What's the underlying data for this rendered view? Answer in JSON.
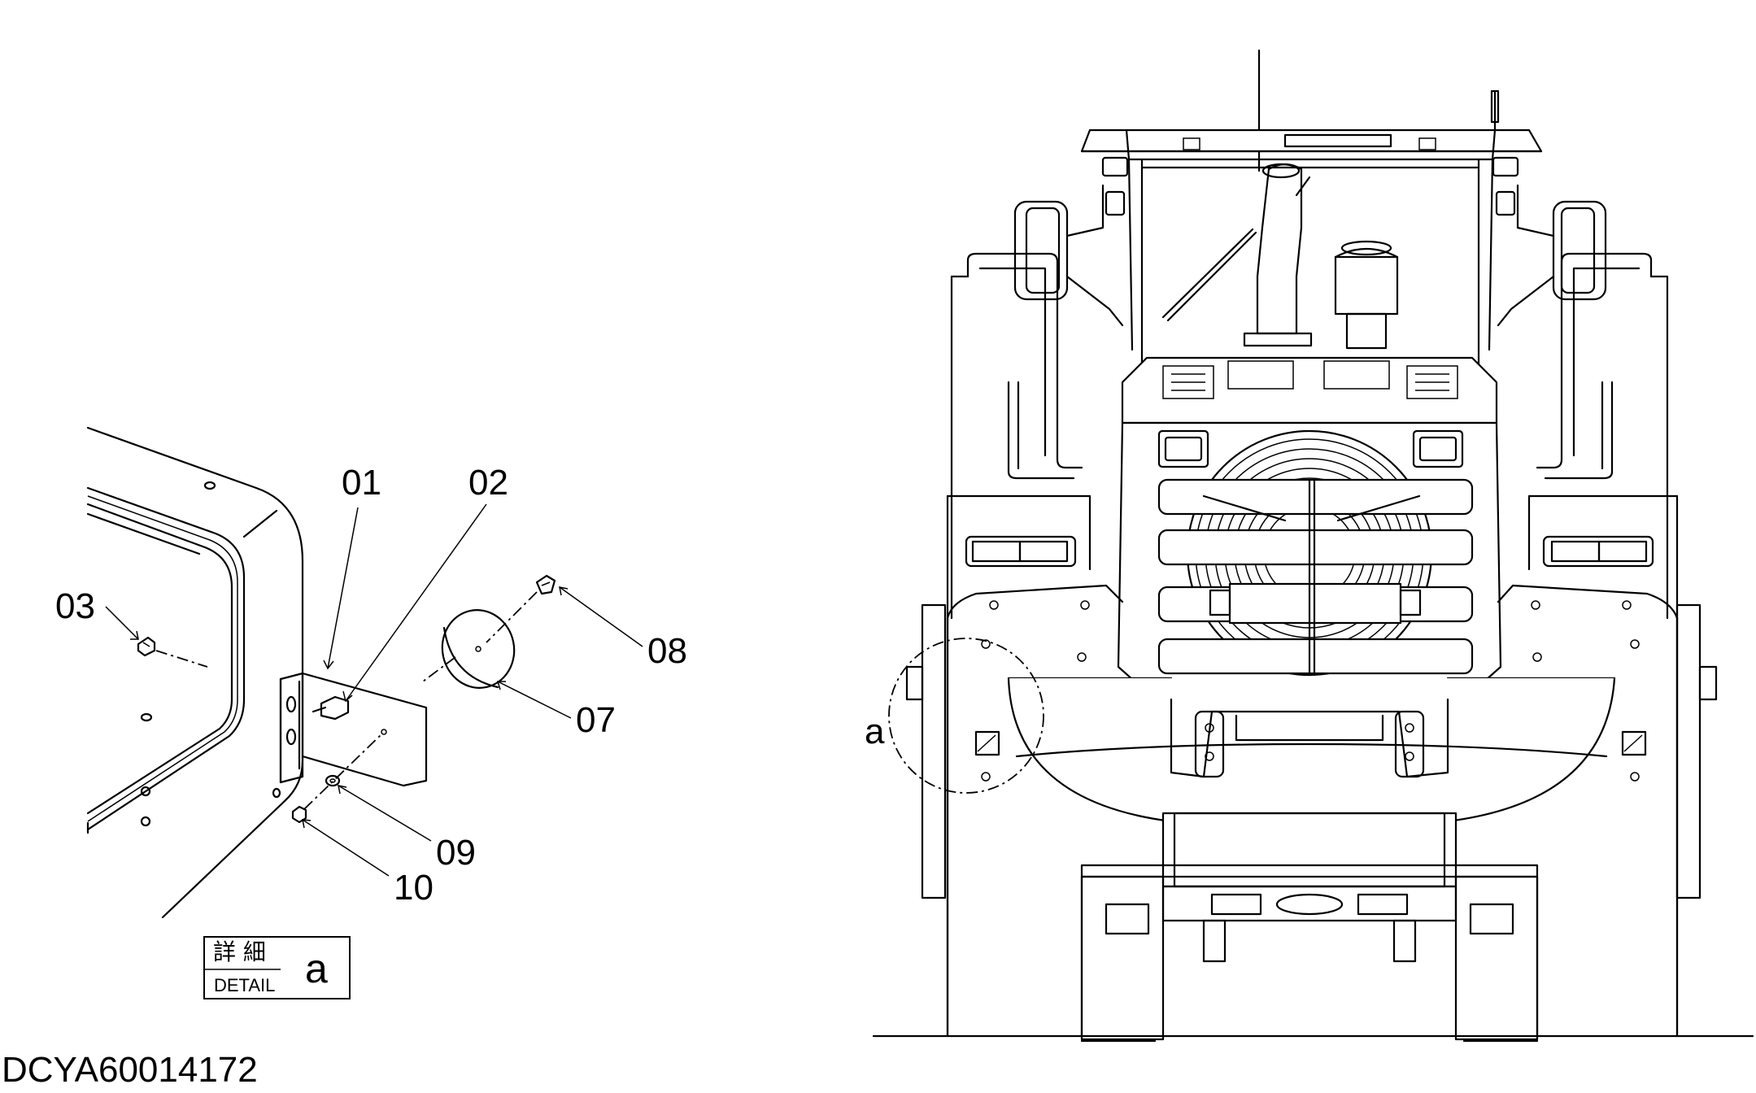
{
  "callouts": {
    "p01": "01",
    "p02": "02",
    "p03": "03",
    "p07": "07",
    "p08": "08",
    "p09": "09",
    "p10": "10",
    "detail_ref": "a"
  },
  "detail_box": {
    "kanji": "詳 細",
    "english": "DETAIL",
    "letter": "a"
  },
  "document_id": "DCYA60014172"
}
